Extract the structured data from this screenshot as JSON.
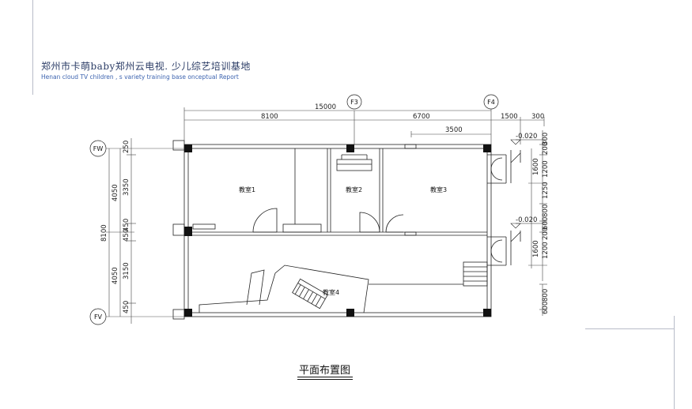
{
  "header": {
    "title_cn": "郑州市卡萌baby郑州云电视. 少儿综艺培训基地",
    "title_en": "Henan cloud TV children , s variety training base onceptual Report"
  },
  "plan": {
    "caption": "平面布置图",
    "axis_labels": {
      "f3": "F3",
      "f4": "F4",
      "fw": "FW",
      "fv": "FV"
    },
    "rooms": {
      "room1": "教室1",
      "room2": "教室2",
      "room3": "教室3",
      "room4": "教室4"
    },
    "dims_top": {
      "total": "15000",
      "left": "8100",
      "right": "6700",
      "inner": "3500",
      "side1": "1500",
      "side2": "300"
    },
    "dims_left": {
      "total": "8100",
      "top_block": "4050",
      "bottom_block": "4050",
      "d250": "250",
      "d3350": "3350",
      "d450a": "450",
      "d450b": "450",
      "d3150": "3150",
      "d450c": "450"
    },
    "dims_right": {
      "d300": "300",
      "d200": "200",
      "d1200a": "1200",
      "d1600a": "1600",
      "d1250": "1250",
      "d800a": "800",
      "d600a": "600",
      "d200b": "200",
      "d1200b": "1200",
      "d1600b": "1600",
      "d800b": "800",
      "d600b": "600"
    },
    "levels": {
      "top": "-0.020",
      "bottom": "-0.020"
    }
  }
}
